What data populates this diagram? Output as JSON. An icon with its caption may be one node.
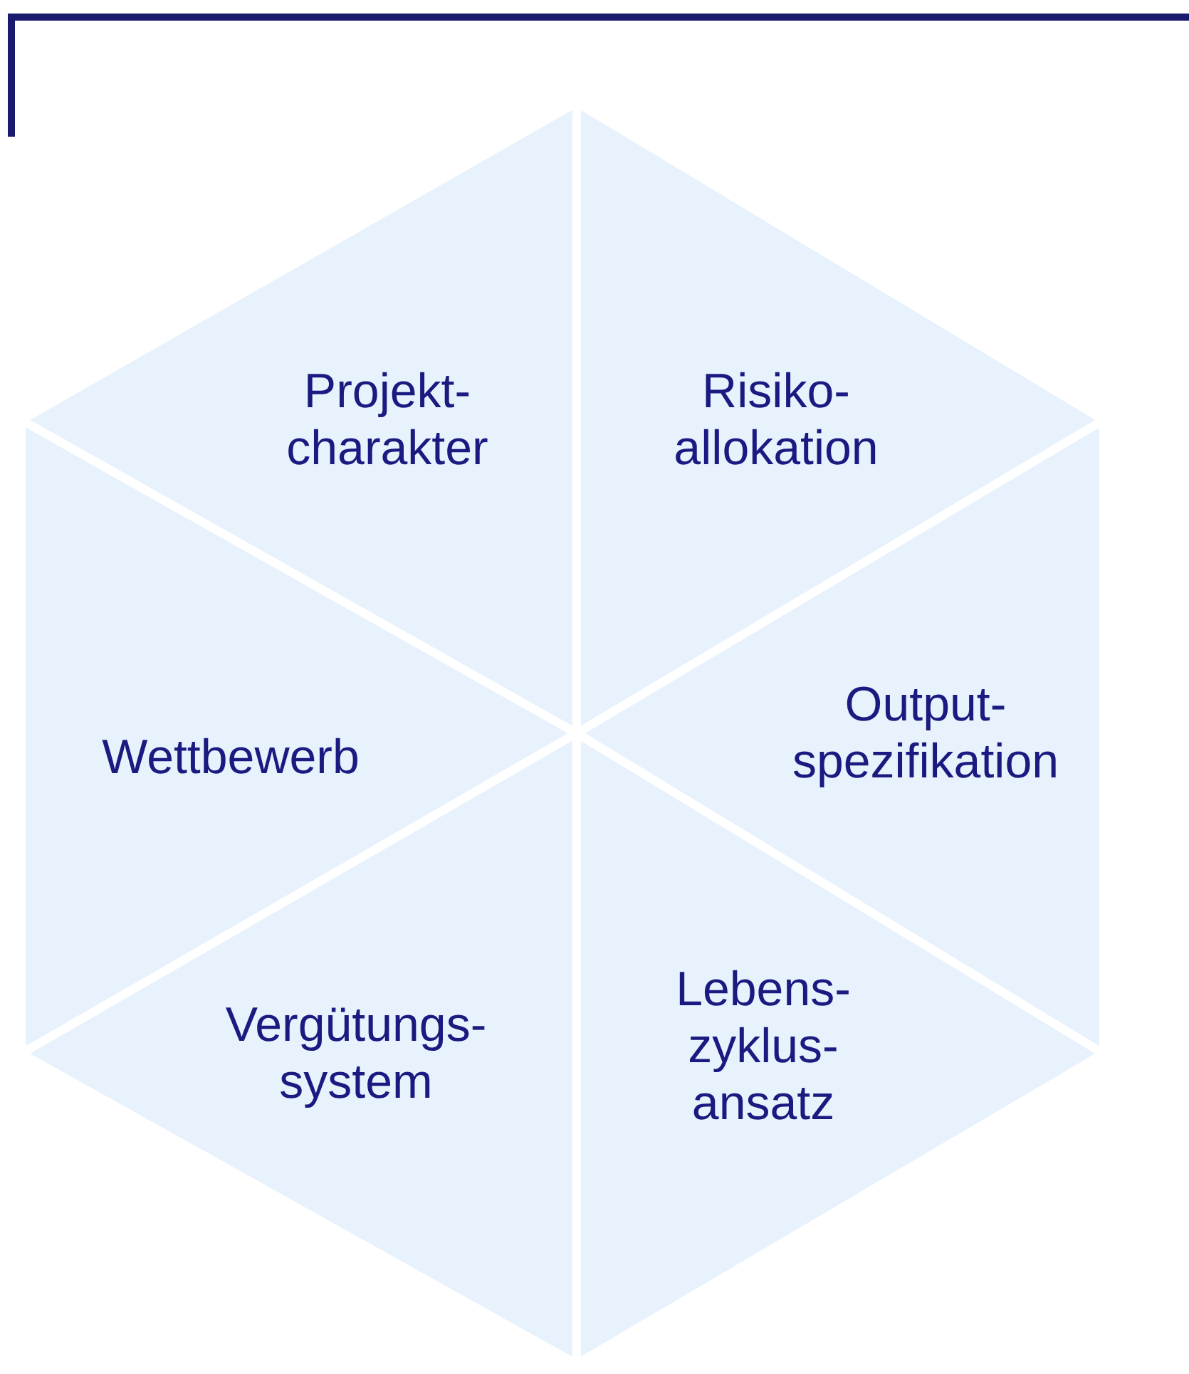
{
  "diagram": {
    "nodes": [
      {
        "text": [
          "Projekt- charakter"
        ]
      },
      {
        "text": [
          "Risiko- allokation"
        ]
      },
      {
        "text": [
          "Wettbewerb"
        ]
      },
      {
        "text": [
          "Output- spezifikation"
        ]
      },
      {
        "text": [
          "Vergütungs- system"
        ]
      },
      {
        "text": [
          "Lebens- zyklus- ansatz"
        ]
      }
    ]
  }
}
